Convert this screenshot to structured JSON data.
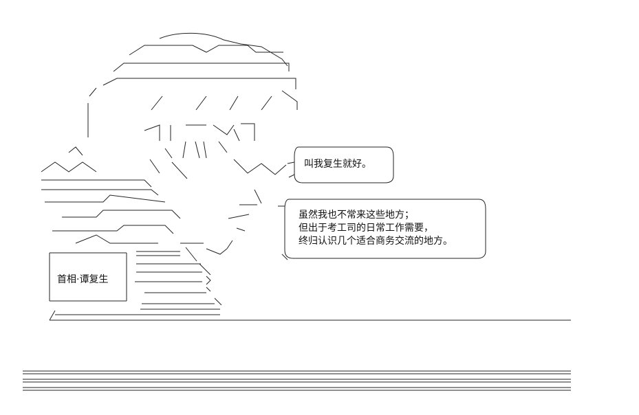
{
  "bubble_top": {
    "text": "叫我复生就好。"
  },
  "bubble_main": {
    "lines": [
      "虽然我也不常来这些地方；",
      "但出于考工司的日常工作需要，",
      "终归认识几个适合商务交流的地方。"
    ]
  },
  "nameplate": {
    "text": "首相·谭复生"
  }
}
